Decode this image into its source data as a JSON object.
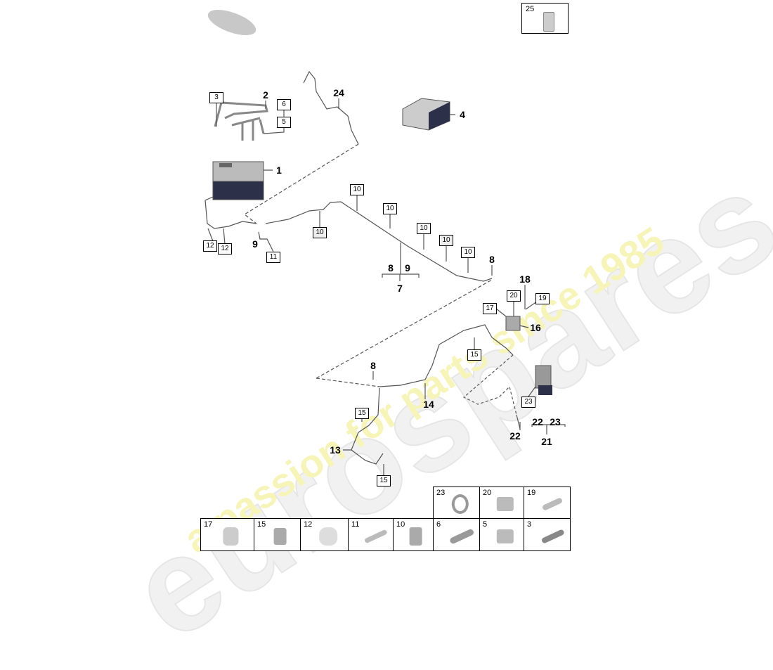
{
  "watermark": {
    "brand": "eurospares",
    "tagline": "a passion for parts since 1985"
  },
  "callouts": {
    "p1": "1",
    "p2": "2",
    "p4": "4",
    "p24": "24",
    "p9a": "9",
    "p8a": "8",
    "p9b": "9",
    "p7": "7",
    "p8b": "8",
    "p18": "18",
    "p16": "16",
    "p8c": "8",
    "p14": "14",
    "p13": "13",
    "p22a": "22",
    "p22b": "22",
    "p23": "23",
    "p21": "21"
  },
  "boxed": {
    "b3": "3",
    "b6": "6",
    "b5": "5",
    "b12a": "12",
    "b12b": "12",
    "b11": "11",
    "b10a": "10",
    "b10b": "10",
    "b10c": "10",
    "b10d": "10",
    "b10e": "10",
    "b10f": "10",
    "b20": "20",
    "b17": "17",
    "b19": "19",
    "b15a": "15",
    "b15b": "15",
    "b15c": "15",
    "b23": "23"
  },
  "accessory_box": {
    "label": "25"
  },
  "parts_table": {
    "top_row": [
      "23",
      "20",
      "19"
    ],
    "bottom_row": [
      "17",
      "15",
      "12",
      "11",
      "10",
      "6",
      "5",
      "3"
    ]
  }
}
